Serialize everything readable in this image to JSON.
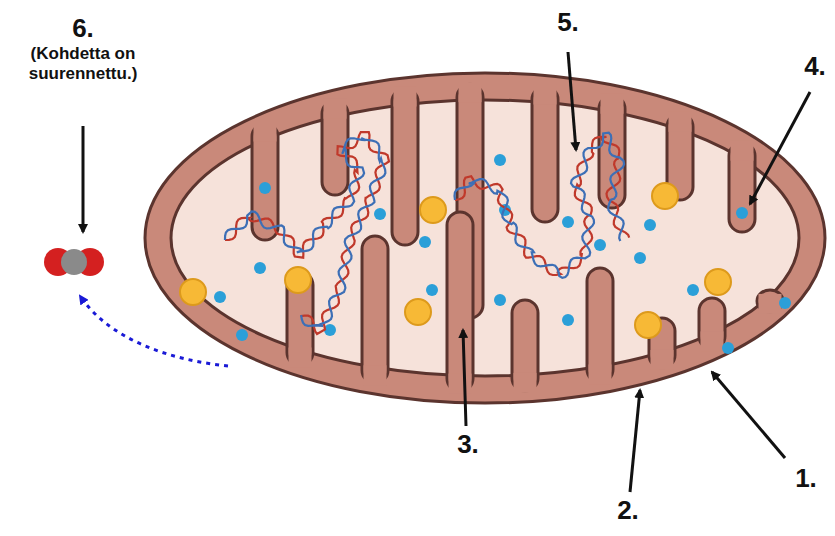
{
  "diagram": {
    "labels": [
      "6.",
      "(Kohdetta on suurennettu.)",
      "5.",
      "4.",
      "3.",
      "2.",
      "1."
    ]
  }
}
